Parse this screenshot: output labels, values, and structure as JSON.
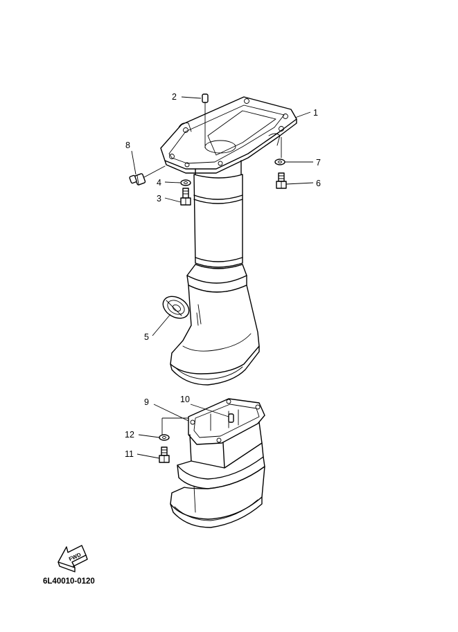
{
  "diagram": {
    "part_code": "6L40010-0120",
    "fwd_label": "FWD",
    "callouts": {
      "c1": "1",
      "c2": "2",
      "c3": "3",
      "c4": "4",
      "c5": "5",
      "c6": "6",
      "c7": "7",
      "c8": "8",
      "c9": "9",
      "c10": "10",
      "c11": "11",
      "c12": "12"
    }
  }
}
